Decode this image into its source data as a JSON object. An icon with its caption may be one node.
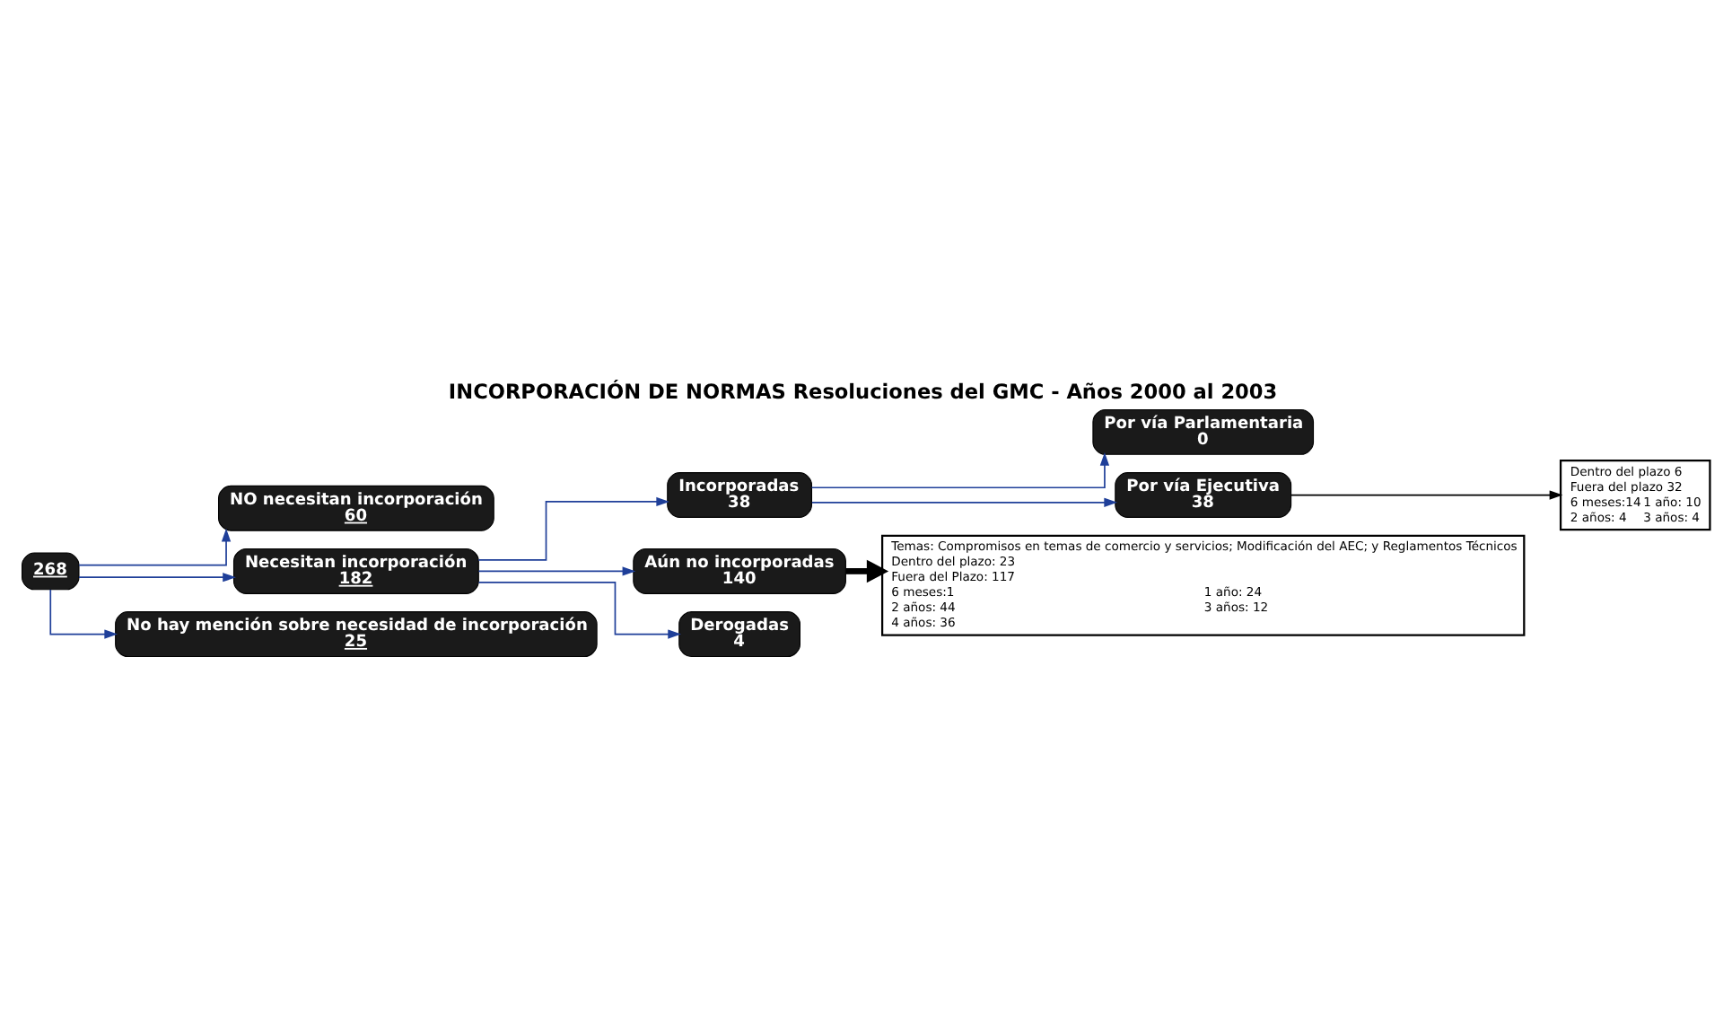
{
  "diagram": {
    "title": "INCORPORACIÓN DE NORMAS Resoluciones del GMC - Años 2000 al 2003",
    "nodes": [
      {
        "text": [
          "268"
        ]
      },
      {
        "text": [
          "NO necesitan incorporación",
          "60"
        ]
      },
      {
        "text": [
          "Necesitan incorporación",
          "182"
        ]
      },
      {
        "text": [
          "No hay mención sobre necesidad de incorporación",
          "25"
        ]
      },
      {
        "text": [
          "Incorporadas",
          "38"
        ]
      },
      {
        "text": [
          "Aún no incorporadas",
          "140"
        ]
      },
      {
        "text": [
          "Derogadas",
          "4"
        ]
      },
      {
        "text": [
          "Por vía Parlamentaria",
          "0"
        ]
      },
      {
        "text": [
          "Por vía Ejecutiva",
          "38"
        ]
      },
      {
        "text": [
          "Dentro del plazo 6",
          "Fuera del plazo 32",
          "6 meses:14",
          "1 año: 10",
          "2 años: 4",
          "3 años: 4"
        ]
      },
      {
        "text": [
          "Temas: Compromisos en temas de comercio y servicios; Modificación del AEC; y Reglamentos Técnicos",
          "Dentro del plazo: 23",
          "Fuera del Plazo: 117",
          "6 meses:1",
          "1 año: 24",
          "2 años: 44",
          "3 años: 12",
          "4 años: 36"
        ]
      }
    ],
    "edges": [
      {
        "from": 0,
        "to": 1,
        "arrow": "to"
      },
      {
        "from": 0,
        "to": 2,
        "arrow": "to"
      },
      {
        "from": 0,
        "to": 3,
        "arrow": "to"
      },
      {
        "from": 2,
        "to": 4,
        "arrow": "to"
      },
      {
        "from": 2,
        "to": 5,
        "arrow": "to"
      },
      {
        "from": 2,
        "to": 6,
        "arrow": "to"
      },
      {
        "from": 4,
        "to": 7,
        "arrow": "to"
      },
      {
        "from": 4,
        "to": 8,
        "arrow": "to"
      },
      {
        "from": 8,
        "to": 9,
        "arrow": "to",
        "color": "#000000"
      },
      {
        "from": 5,
        "to": 10,
        "arrow": "to",
        "style": "thick",
        "color": "#000000"
      }
    ]
  }
}
